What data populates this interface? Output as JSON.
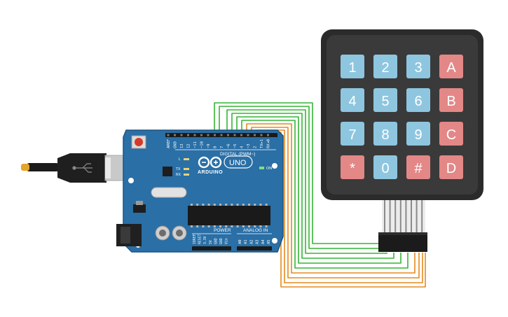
{
  "arduino": {
    "logo_text": "ARDUINO",
    "model": "UNO",
    "digital_label": "DIGITAL (PWM~)",
    "power_label": "POWER",
    "analog_label": "ANALOG IN",
    "on_label": "ON",
    "led_labels": [
      "L",
      "TX",
      "RX"
    ],
    "digital_pins": [
      "AREF",
      "GND",
      "13",
      "12",
      "~11",
      "~10",
      "~9",
      "8",
      "7",
      "~6",
      "~5",
      "4",
      "~3",
      "2",
      "TX▸1",
      "RX◂0"
    ],
    "power_pins": [
      "IOREF",
      "RESET",
      "3.3V",
      "5V",
      "GND",
      "GND",
      "Vin"
    ],
    "analog_pins": [
      "A0",
      "A1",
      "A2",
      "A3",
      "A4",
      "A5"
    ]
  },
  "keypad": {
    "keys": [
      {
        "label": "1",
        "kind": "digit"
      },
      {
        "label": "2",
        "kind": "digit"
      },
      {
        "label": "3",
        "kind": "digit"
      },
      {
        "label": "A",
        "kind": "letter"
      },
      {
        "label": "4",
        "kind": "digit"
      },
      {
        "label": "5",
        "kind": "digit"
      },
      {
        "label": "6",
        "kind": "digit"
      },
      {
        "label": "B",
        "kind": "letter"
      },
      {
        "label": "7",
        "kind": "digit"
      },
      {
        "label": "8",
        "kind": "digit"
      },
      {
        "label": "9",
        "kind": "digit"
      },
      {
        "label": "C",
        "kind": "letter"
      },
      {
        "label": "*",
        "kind": "symbol"
      },
      {
        "label": "0",
        "kind": "digit"
      },
      {
        "label": "#",
        "kind": "symbol"
      },
      {
        "label": "D",
        "kind": "letter"
      }
    ]
  },
  "colors": {
    "board": "#2a6fa6",
    "board_edge": "#1c5480",
    "keypad_body": "#2b2b2b",
    "keypad_face": "#3a3a3a",
    "digit_key": "#8ec6e0",
    "letter_key": "#e48787",
    "wire_green": "#35b535",
    "wire_orange": "#e58a1e"
  }
}
